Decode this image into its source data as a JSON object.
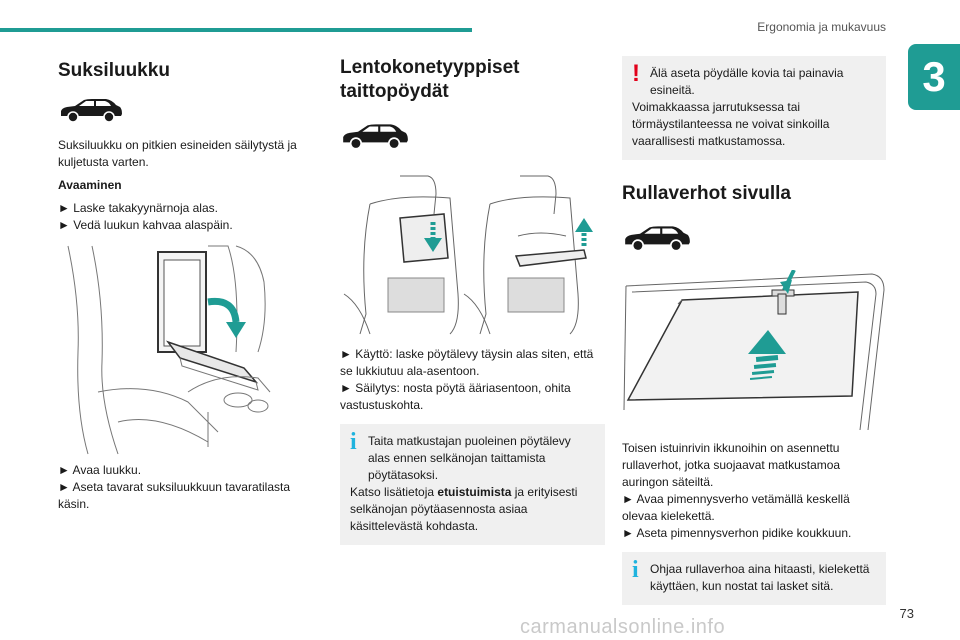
{
  "header": {
    "chapter_title": "Ergonomia ja mukavuus",
    "chapter_number": "3"
  },
  "page_number": "73",
  "watermark": "carmanualsonline.info",
  "col1": {
    "title": "Suksiluukku",
    "intro": "Suksiluukku on pitkien esineiden säilytystä ja kuljetusta varten.",
    "opening_head": "Avaaminen",
    "steps1": [
      "► Laske takakyynärnoja alas.",
      "► Vedä luukun kahvaa alaspäin."
    ],
    "steps2": [
      "► Avaa luukku.",
      "► Aseta tavarat suksiluukkuun tavaratilasta käsin."
    ]
  },
  "col2": {
    "title_line1": "Lentokonetyyppiset",
    "title_line2": "taittopöydät",
    "steps": [
      "► Käyttö: laske pöytälevy täysin alas siten, että se lukkiutuu ala-asentoon.",
      "► Säilytys: nosta pöytä ääriasentoon, ohita vastustuskohta."
    ],
    "note_line1": "Taita matkustajan puoleinen pöytälevy alas ennen selkänojan taittamista pöytätasoksi.",
    "note_pre": "Katso lisätietoja ",
    "note_bold": "etuistuimista",
    "note_post": " ja erityisesti selkänojan pöytäasennosta asiaa käsittelevästä kohdasta."
  },
  "col3": {
    "warning_line1": "Älä aseta pöydälle kovia tai painavia esineitä.",
    "warning_rest": "Voimakkaassa jarrutuksessa tai törmäystilanteessa ne voivat sinkoilla vaarallisesti matkustamossa.",
    "title": "Rullaverhot sivulla",
    "intro": "Toisen istuinrivin ikkunoihin on asennettu rullaverhot, jotka suojaavat matkustamoa auringon säteiltä.",
    "steps": [
      "► Avaa pimennysverho vetämällä keskellä olevaa kielekettä.",
      "► Aseta pimennysverhon pidike koukkuun."
    ],
    "note": "Ohjaa rullaverhoa aina hitaasti, kielekettä käyttäen, kun nostat tai lasket sitä."
  },
  "colors": {
    "accent": "#1f9c94",
    "info": "#1fb3de",
    "warning": "#e2001a"
  }
}
